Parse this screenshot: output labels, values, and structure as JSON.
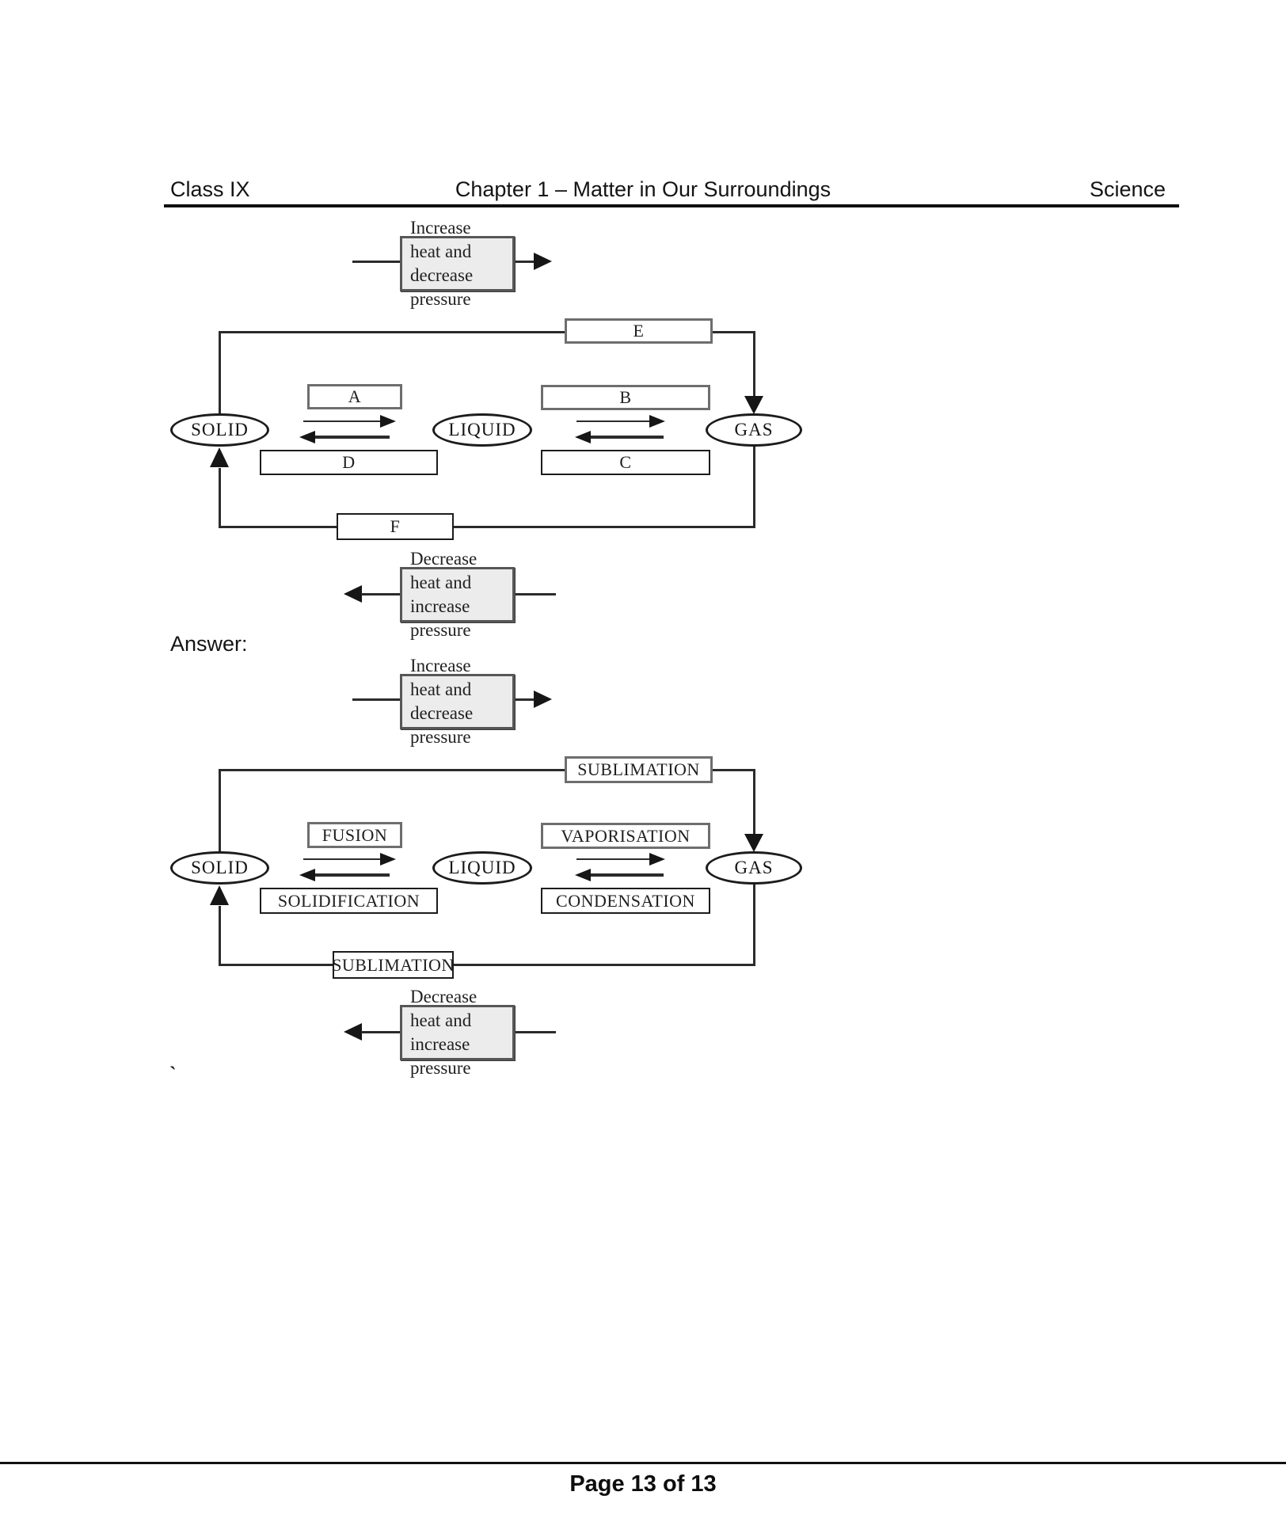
{
  "header": {
    "class_label": "Class IX",
    "chapter_title": "Chapter 1 – Matter in Our Surroundings",
    "subject": "Science"
  },
  "answer_label": "Answer:",
  "stray_mark": "`",
  "footer": {
    "page_label": "Page 13 of 13"
  },
  "colors": {
    "ink": "#171717",
    "diagram_line": "#2b2b2b",
    "gray_box_border": "#6e6e6e",
    "dark_box_border": "#1c1c1c",
    "shaded_box_fill": "#ececec"
  },
  "diagrams": [
    {
      "name": "question-diagram",
      "increase_box": {
        "line1": "Increase heat and",
        "line2": "decrease pressure"
      },
      "decrease_box": {
        "line1": "Decrease heat and",
        "line2": "increase pressure"
      },
      "states": {
        "solid": "SOLID",
        "liquid": "LIQUID",
        "gas": "GAS"
      },
      "transitions": {
        "solid_to_gas_top": "E",
        "solid_to_liquid": "A",
        "liquid_to_gas": "B",
        "gas_to_liquid": "C",
        "liquid_to_solid": "D",
        "gas_to_solid_bottom": "F"
      }
    },
    {
      "name": "answer-diagram",
      "increase_box": {
        "line1": "Increase heat and",
        "line2": "decrease pressure"
      },
      "decrease_box": {
        "line1": "Decrease heat and",
        "line2": "increase pressure"
      },
      "states": {
        "solid": "SOLID",
        "liquid": "LIQUID",
        "gas": "GAS"
      },
      "transitions": {
        "solid_to_gas_top": "SUBLIMATION",
        "solid_to_liquid": "FUSION",
        "liquid_to_gas": "VAPORISATION",
        "gas_to_liquid": "CONDENSATION",
        "liquid_to_solid": "SOLIDIFICATION",
        "gas_to_solid_bottom": "SUBLIMATION"
      }
    }
  ]
}
